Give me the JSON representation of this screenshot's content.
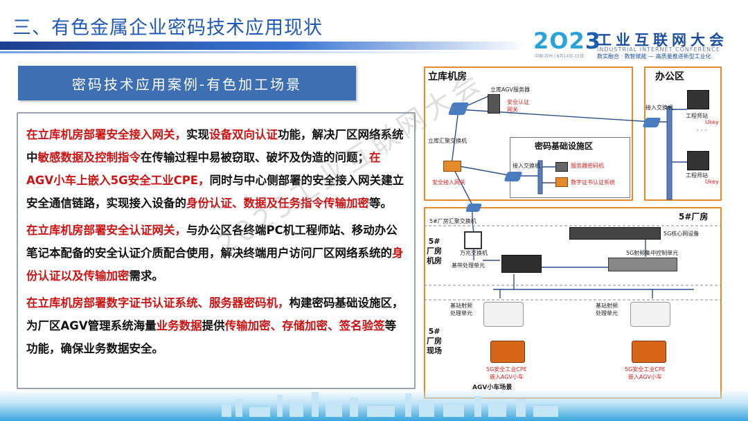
{
  "page": {
    "title": "三、有色金属企业密码技术应用现状"
  },
  "logo": {
    "year_a": "2O2",
    "year_b": "3",
    "name": "工业互联网大会",
    "en": "INDUSTRIAL INTERNET CONFERENCE",
    "slogan": "数实融合 · 数智赋能 — 高质量推进新型工业化",
    "date": "中国·苏州 | 8月14日-15日"
  },
  "case_header": "密码技术应用案例-有色加工场景",
  "paragraphs": [
    [
      {
        "t": "在立库机房部署安全接入网关，",
        "red": true
      },
      {
        "t": "实现",
        "red": false
      },
      {
        "t": "设备双向认证",
        "red": true
      },
      {
        "t": "功能，解决厂区网络系统中",
        "red": false
      },
      {
        "t": "敏感数据及控制指令",
        "red": true
      },
      {
        "t": "在传输过程中易被窃取、破坏及伪造的问题；",
        "red": false
      },
      {
        "t": "在AGV小车上嵌入5G安全工业CPE，",
        "red": true
      },
      {
        "t": "同时与中心侧部署的安全接入网关建立安全通信链路，实现接入设备的",
        "red": false
      },
      {
        "t": "身份认证、数据及任务指令传输加密",
        "red": true
      },
      {
        "t": "等。",
        "red": false
      }
    ],
    [
      {
        "t": "在立库机房部署安全认证网关，",
        "red": true
      },
      {
        "t": "与办公区各终端PC机工程师站、移动办公笔记本配备的安全认证介质配合使用，解决终端用户访问厂区网络系统的",
        "red": false
      },
      {
        "t": "身份认证以及传输加密",
        "red": true
      },
      {
        "t": "需求。",
        "red": false
      }
    ],
    [
      {
        "t": "在立库机房部署数字证书认证系统、服务器密码机，",
        "red": true
      },
      {
        "t": "构建密码基础设施区，为厂区AGV管理系统海量",
        "red": false
      },
      {
        "t": "业务数据",
        "red": true
      },
      {
        "t": "提供",
        "red": false
      },
      {
        "t": "传输加密、存储加密、签名验签",
        "red": true
      },
      {
        "t": "等功能，确保业务数据安全。",
        "red": false
      }
    ]
  ],
  "diagram": {
    "zone_warehouse": "立库机房",
    "zone_office": "办公区",
    "zone_crypto": "密码基础设施区",
    "zone_plant": "5#厂房",
    "zone_plant_room": "5#\n厂房\n机房",
    "zone_plant_site": "5#\n厂房\n现场",
    "agv_server": "立库AGV服务器",
    "auth_gateway": "安全认证\n网关",
    "agg_switch": "立库汇聚交换机",
    "access_switch_office": "接入交换机",
    "eng_station_1": "工程师站",
    "ukey_1": "Ukey",
    "eng_station_2": "工程师站",
    "ukey_2": "Ukey",
    "access_switch_crypto": "接入交换机",
    "server_crypto": "服务器密码机",
    "cert_system": "数字证书认证系统",
    "secure_gateway": "安全接入网关",
    "plant_agg_switch": "5#厂房汇聚交换机",
    "core_5g": "5G核心网设备",
    "gigabit_switch": "万兆交换机",
    "bbu": "基带处理单元",
    "rf_ctrl": "5G射频集中控制单元",
    "rru_1": "基站射频\n处理单元",
    "rru_2": "基站射频\n处理单元",
    "cpe_1": "5G安全工业CPE\n嵌入AGV小车",
    "cpe_2": "5G安全工业CPE\n嵌入AGV小车",
    "agv_scene": "AGV小车场景",
    "dots": "· · ·"
  },
  "watermark": "2023工业互联网大会"
}
